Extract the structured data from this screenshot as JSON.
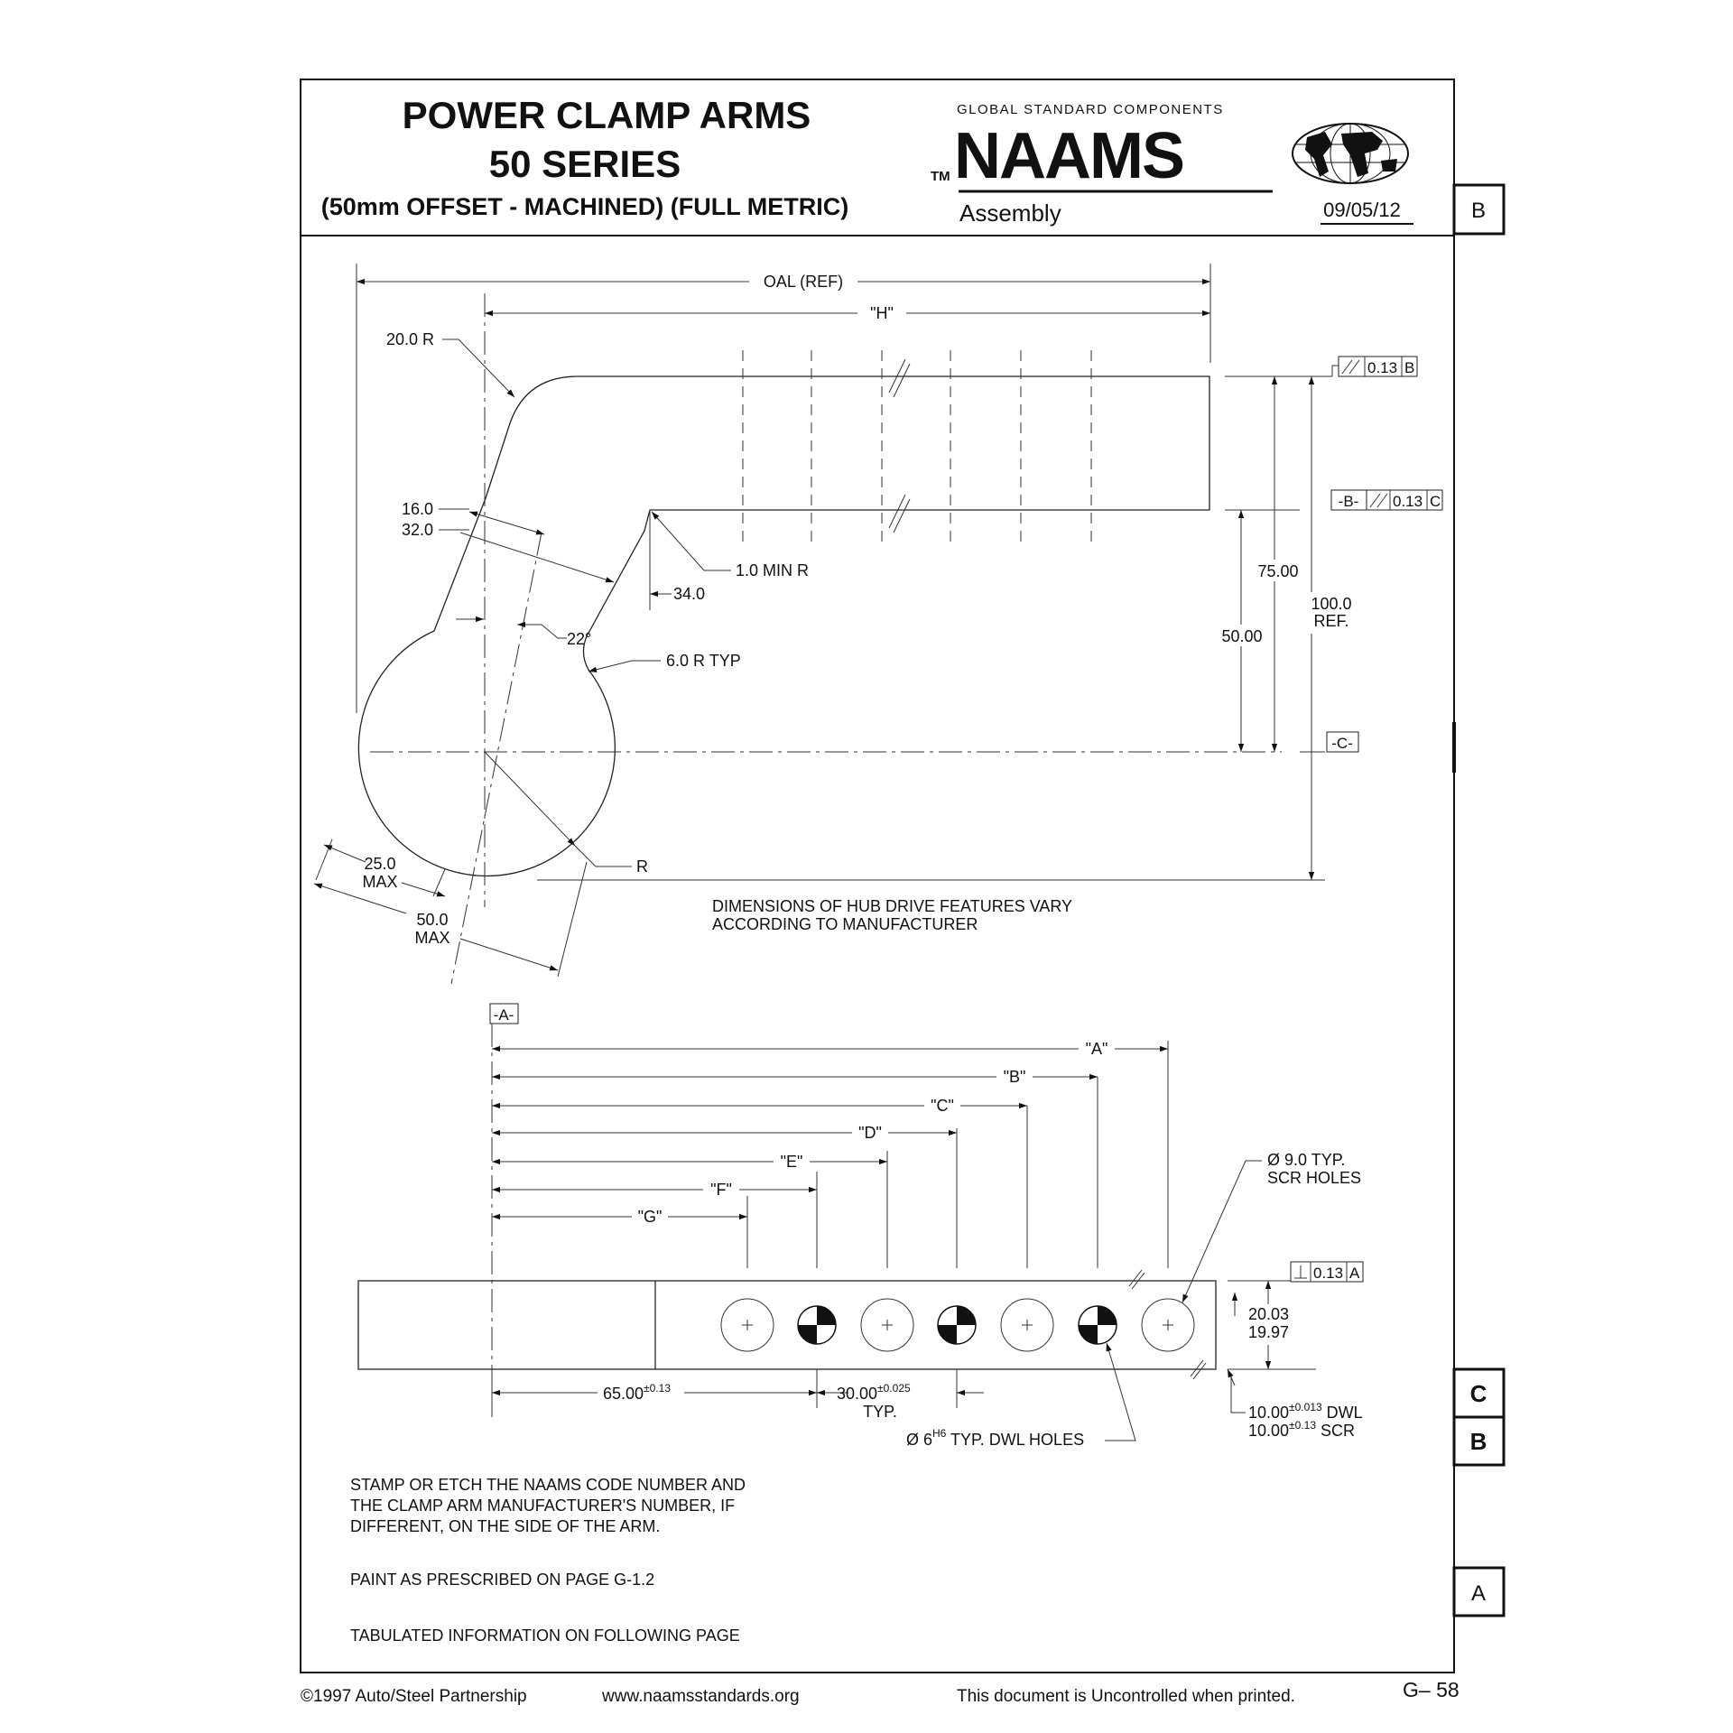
{
  "title": {
    "line1": "POWER CLAMP ARMS",
    "line2": "50 SERIES",
    "line3": "(50mm OFFSET - MACHINED) (FULL METRIC)"
  },
  "brand": {
    "tagline": "GLOBAL STANDARD COMPONENTS",
    "tm": "TM",
    "name": "NAAMS",
    "view": "Assembly",
    "date": "09/05/12"
  },
  "side_tabs": {
    "top": "B",
    "c": "C",
    "b": "B",
    "a": "A"
  },
  "top_view": {
    "oal": "OAL (REF)",
    "h": "\"H\"",
    "r20": "20.0 R",
    "d16": "16.0",
    "d32": "32.0",
    "d34": "34.0",
    "minr": "1.0 MIN R",
    "ang": "22°",
    "r6": "6.0 R TYP",
    "d75": "75.00",
    "d50": "50.00",
    "d100a": "100.0",
    "d100b": "REF.",
    "fcf1_val": "0.13",
    "fcf1_ref": "B",
    "datum_b": "-B-",
    "fcf2_val": "0.13",
    "fcf2_ref": "C",
    "datum_c": "-C-",
    "r": "R",
    "m25a": "25.0",
    "m25b": "MAX",
    "m50a": "50.0",
    "m50b": "MAX",
    "hub1": "DIMENSIONS OF HUB DRIVE FEATURES VARY",
    "hub2": "ACCORDING TO MANUFACTURER"
  },
  "front_view": {
    "datum_a": "-A-",
    "la": "\"A\"",
    "lb": "\"B\"",
    "lc": "\"C\"",
    "ld": "\"D\"",
    "le": "\"E\"",
    "lf": "\"F\"",
    "lg": "\"G\"",
    "scr1": "Ø 9.0 TYP.",
    "scr2": "SCR HOLES",
    "perp_val": "0.13",
    "perp_ref": "A",
    "w1": "20.03",
    "w2": "19.97",
    "d65": "65.00",
    "d65tol": "±0.13",
    "d30": "30.00",
    "d30tol": "±0.025",
    "typ": "TYP.",
    "dwl_a": "Ø 6",
    "dwl_sup": "H6",
    "dwl_b": " TYP. DWL HOLES",
    "e1": "10.00",
    "e1tol": "±0.013",
    "e1lbl": " DWL",
    "e2": "10.00",
    "e2tol": "±0.13",
    "e2lbl": " SCR"
  },
  "notes": {
    "stamp1": "STAMP OR ETCH THE NAAMS CODE NUMBER AND",
    "stamp2": "THE CLAMP ARM MANUFACTURER'S NUMBER, IF",
    "stamp3": "DIFFERENT, ON THE SIDE OF THE ARM.",
    "paint": "PAINT AS PRESCRIBED ON PAGE G-1.2",
    "tab": "TABULATED INFORMATION ON FOLLOWING PAGE"
  },
  "footer": {
    "copyright": "©1997 Auto/Steel Partnership",
    "url": "www.naamsstandards.org",
    "uncontrolled": "This document is Uncontrolled when printed.",
    "page": "G– 58"
  }
}
